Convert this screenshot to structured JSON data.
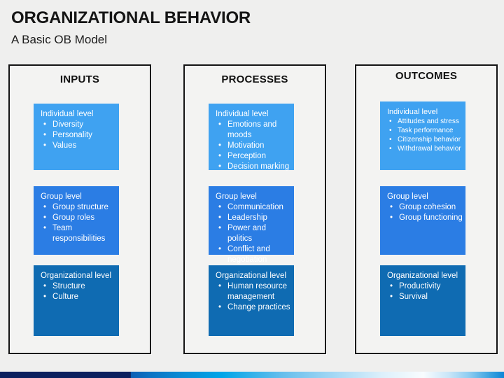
{
  "slide": {
    "title": "ORGANIZATIONAL BEHAVIOR",
    "subtitle": "A Basic OB Model"
  },
  "columns": [
    {
      "header": "INPUTS",
      "boxes": [
        {
          "title": "Individual level",
          "bullets": [
            "Diversity",
            "Personality",
            "Values"
          ]
        },
        {
          "title": "Group level",
          "bullets": [
            "Group structure",
            "Group roles",
            "Team responsibilities"
          ]
        },
        {
          "title": "Organizational level",
          "bullets": [
            "Structure",
            "Culture"
          ]
        }
      ]
    },
    {
      "header": "PROCESSES",
      "boxes": [
        {
          "title": "Individual level",
          "bullets": [
            "Emotions and moods",
            "Motivation",
            "Perception",
            "Decision marking"
          ]
        },
        {
          "title": "Group level",
          "bullets": [
            "Communication",
            "Leadership",
            "Power and politics",
            "Conflict and negotiation"
          ]
        },
        {
          "title": "Organizational level",
          "bullets": [
            "Human resource management",
            "Change practices"
          ]
        }
      ]
    },
    {
      "header": "OUTCOMES",
      "boxes": [
        {
          "title": "Individual level",
          "bullets": [
            "Attitudes and stress",
            "Task performance",
            "Citizenship behavior",
            "Withdrawal behavior"
          ]
        },
        {
          "title": "Group level",
          "bullets": [
            "Group cohesion",
            "Group functioning"
          ]
        },
        {
          "title": "Organizational level",
          "bullets": [
            "Productivity",
            "Survival"
          ]
        }
      ]
    }
  ],
  "colors": {
    "individual_box": "#3fa2f1",
    "group_box": "#2b7de4",
    "organizational_box": "#0f6bb2",
    "footer_navy": "#0b1f5e",
    "footer_blue": "#0e86d6",
    "panel_border": "#121212",
    "background": "#efefee"
  }
}
